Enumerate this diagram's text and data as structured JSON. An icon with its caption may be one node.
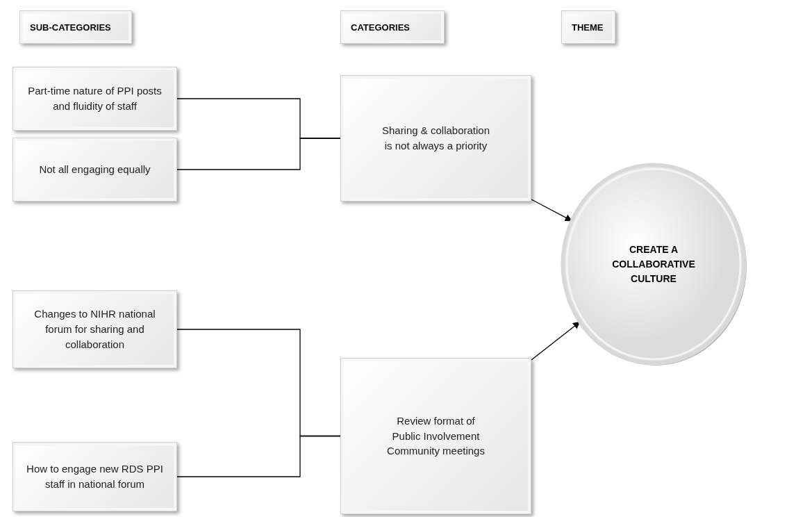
{
  "diagram": {
    "nodes": [
      {
        "text": [
          "SUB-CATEGORIES"
        ]
      },
      {
        "text": [
          "CATEGORIES"
        ]
      },
      {
        "text": [
          "THEME"
        ]
      },
      {
        "text": [
          "Part-time nature of PPI posts and fluidity of staff"
        ]
      },
      {
        "text": [
          "Sharing & collaboration is not always a priority"
        ]
      },
      {
        "text": [
          "Not all engaging equally"
        ]
      },
      {
        "text": [
          "CREATE A COLLABORATIVE CULTURE"
        ]
      },
      {
        "text": [
          "Changes to NIHR national forum for sharing and collaboration"
        ]
      },
      {
        "text": [
          "Review format of Public Involvement Community meetings"
        ]
      },
      {
        "text": [
          "How to engage new RDS PPI staff in national forum"
        ]
      }
    ],
    "edges": [
      {
        "from": 3,
        "to": 4,
        "arrow": "none"
      },
      {
        "from": 5,
        "to": 4,
        "arrow": "none"
      },
      {
        "from": 4,
        "to": 6,
        "arrow": "to"
      },
      {
        "from": 7,
        "to": 8,
        "arrow": "none"
      },
      {
        "from": 9,
        "to": 8,
        "arrow": "none"
      },
      {
        "from": 8,
        "to": 6,
        "arrow": "to"
      }
    ]
  }
}
